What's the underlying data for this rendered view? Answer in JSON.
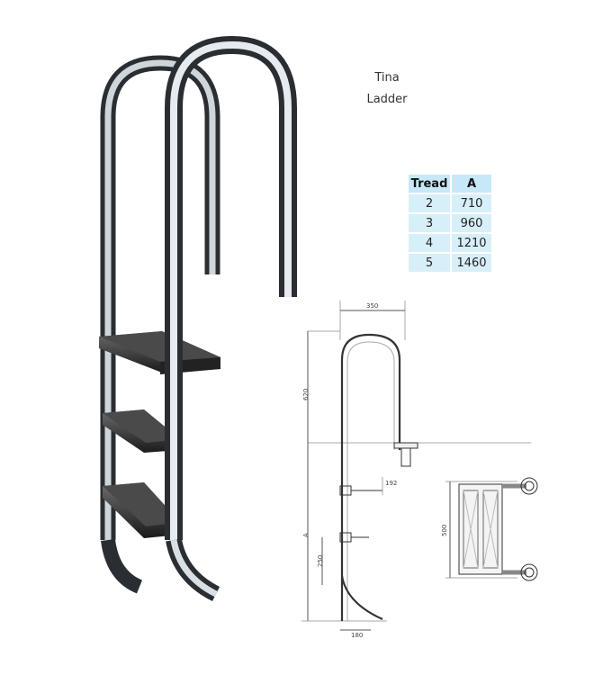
{
  "title_line1": "Tina",
  "title_line2": "Ladder",
  "table": {
    "headers": [
      "Tread",
      "A"
    ],
    "rows": [
      {
        "tread": "2",
        "a": "710"
      },
      {
        "tread": "3",
        "a": "960"
      },
      {
        "tread": "4",
        "a": "1210"
      },
      {
        "tread": "5",
        "a": "1460"
      }
    ]
  },
  "dimensions": {
    "width_top": "350",
    "height_handrail": "620",
    "offset": "192",
    "depth_a": "A",
    "step_spacing": "250",
    "base_width": "180",
    "step_depth": "500"
  },
  "colors": {
    "table_header": "#c6e8f7",
    "table_cell": "#d7eff9",
    "steel": "#9aa3ab",
    "tread": "#2b2b2b"
  }
}
